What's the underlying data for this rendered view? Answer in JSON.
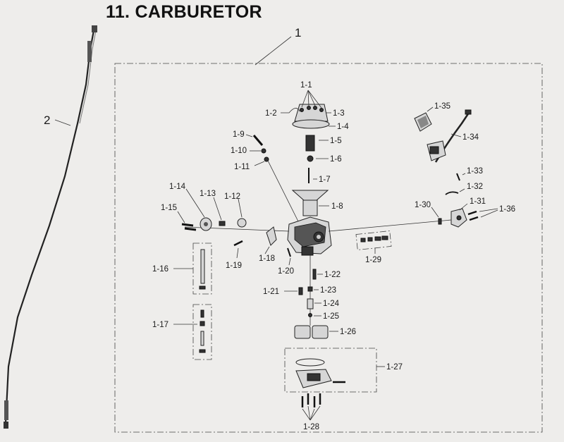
{
  "title": "11. CARBURETOR",
  "callouts": {
    "c1": "1",
    "c2": "2",
    "c1_1": "1-1",
    "c1_2": "1-2",
    "c1_3": "1-3",
    "c1_4": "1-4",
    "c1_5": "1-5",
    "c1_6": "1-6",
    "c1_7": "1-7",
    "c1_8": "1-8",
    "c1_9": "1-9",
    "c1_10": "1-10",
    "c1_11": "1-11",
    "c1_12": "1-12",
    "c1_13": "1-13",
    "c1_14": "1-14",
    "c1_15": "1-15",
    "c1_16": "1-16",
    "c1_17": "1-17",
    "c1_18": "1-18",
    "c1_19": "1-19",
    "c1_20": "1-20",
    "c1_21": "1-21",
    "c1_22": "1-22",
    "c1_23": "1-23",
    "c1_24": "1-24",
    "c1_25": "1-25",
    "c1_26": "1-26",
    "c1_27": "1-27",
    "c1_28": "1-28",
    "c1_29": "1-29",
    "c1_30": "1-30",
    "c1_31": "1-31",
    "c1_32": "1-32",
    "c1_33": "1-33",
    "c1_34": "1-34",
    "c1_35": "1-35",
    "c1_36": "1-36"
  }
}
